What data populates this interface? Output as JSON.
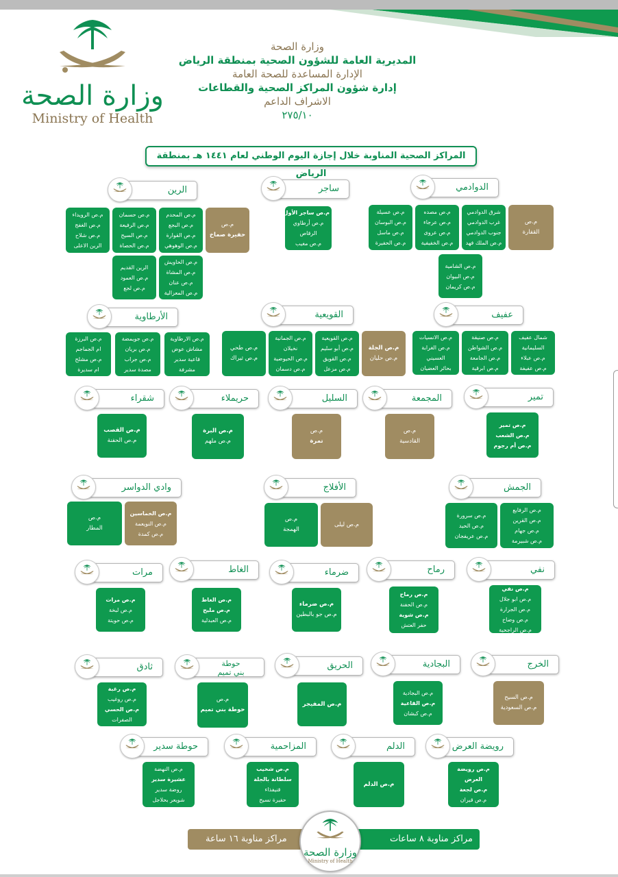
{
  "logo": {
    "arabic": "وزارة الصحة",
    "english": "Ministry of Health",
    "icon": "palm-swords-emblem-icon"
  },
  "header": {
    "line1": "وزارة الصحة",
    "line2": "المديرية العامة للشؤون الصحية بمنطقة الرياض",
    "line3": "الإدارة المساعدة للصحة العامة",
    "line4": "إدارة شؤون المراكز الصحية والقطاعات",
    "line5": "الاشراف الداعم",
    "line6": "٢٧٥/١٠"
  },
  "title": "المراكز الصحية المناوبة خلال إجازة اليوم الوطني لعام ١٤٤١ هـ بمنطقة الرياض",
  "colors": {
    "green": "#0f9a4f",
    "gold": "#a08c62",
    "text_green": "#0f8f53"
  },
  "groups": {
    "rain": "الرين",
    "sajer": "ساجر",
    "dawadmi": "الدوادمي",
    "artawiya": "الأرطاوية",
    "quwayiya": "القويعية",
    "afif": "عفيف",
    "shaqra": "شقراء",
    "huraymila": "حريملاء",
    "sulayyil": "السليل",
    "majmaah": "المجمعة",
    "tumair": "تمير",
    "wadi": "وادي الدواسر",
    "aflaj": "الأفلاج",
    "jamsh": "الجمش",
    "marat": "مرات",
    "ghat": "الغاط",
    "dirma": "ضرماء",
    "rumah": "رماح",
    "nifi": "نفي",
    "thadiq": "ثادق",
    "hawtat_tamim_1": "حوطة",
    "hawtat_tamim_2": "بني تميم",
    "hariq": "الحريق",
    "bijadiya": "البجادية",
    "kharj": "الخرج",
    "hawtat_sudair": "حوطة سدير",
    "muzahmiya": "المزاحمية",
    "dilam": "الدلم",
    "rawdat": "رويضة العرض"
  },
  "boxes": {
    "rain_a": [
      "م.ص الرويداء",
      "م.ص الغفج",
      "م.ص شلاح",
      "الرين الاعلى"
    ],
    "rain_b": [
      "م.ص حسمان",
      "م.ص الرفيعة",
      "م.ص السيح",
      "م.ص الحصاة"
    ],
    "rain_c": [
      "م.ص المحدم",
      "م.ص البجع",
      "م.ص القوارة",
      "م.ص الوهوهي"
    ],
    "rain_d": [
      "م.ص",
      "حفيرة صماخ"
    ],
    "rain_e": [
      "الرين القديم",
      "م.ص العمود",
      "م.ص لجع"
    ],
    "rain_f": [
      "م.ص الحاويش",
      "م.ص المشاة",
      "م.ص عنان",
      "م.ص المعزالية"
    ],
    "sajer_a": [
      "م.ص ساجر الأول",
      "م.ص أرطاوي",
      "الرقاص",
      "م.ص مغيب"
    ],
    "daw_a": [
      "م.ص عسيلة",
      "م.ص البوسان",
      "م.ص ماسل",
      "م.ص الحفيرة"
    ],
    "daw_b": [
      "م.ص مصده",
      "م.ص عرجاء",
      "م.ص عروى",
      "م.ص الخفيفية"
    ],
    "daw_c": [
      "شرق الدوادمي",
      "غرب الدوادمي",
      "جنوب الدوادمي",
      "م.ص الملك فهد"
    ],
    "daw_d": [
      "م.ص",
      "القفارة"
    ],
    "daw_e": [
      "م.ص الشامية",
      "م.ص البيوان",
      "م.ص كريمان"
    ],
    "art_a": [
      "م.ص البرزة",
      "ام الجماجم",
      "م.ص مشلح",
      "ام سديرة"
    ],
    "art_b": [
      "م.ص جويمضة",
      "م.ص بريان",
      "م.ص جراب",
      "مصدة سدير"
    ],
    "art_c": [
      "م.ص الارطاوية",
      "مشاش عوض",
      "قاعية سدير",
      "مشرفة"
    ],
    "quw_a": [
      "م.ص طحي",
      "م.ص ثيراك"
    ],
    "quw_b": [
      "م.ص الجمانية",
      "نخيلان",
      "م.ص الحيوضية",
      "م.ص دسمان"
    ],
    "quw_c": [
      "م.ص القويعية",
      "م.ص أبو سليم",
      "م.ص القويق",
      "م.ص مزعل"
    ],
    "quw_d": [
      "م.ص الجلة",
      "م.ص حليان"
    ],
    "afif_a": [
      "م.ص الانسيات",
      "م.ص الغرابة",
      "العسيني",
      "بحائر العضيان"
    ],
    "afif_b": [
      "م.ص صنيقة",
      "م.ص الشواطن",
      "م.ص الجامعة",
      "م.ص ابرقية"
    ],
    "afif_c": [
      "شمال عفيف",
      "السليمانية",
      "م.ص عبلاء",
      "م.ص عفيفة"
    ],
    "shaqra_a": [
      "م.ص القصب",
      "م.ص الحفنة"
    ],
    "hur_a": [
      "م.ص البرة",
      "م.ص ملهم"
    ],
    "sul_a": [
      "م.ص",
      "تمرة"
    ],
    "maj_a": [
      "م.ص",
      "القادسية"
    ],
    "tum_a": [
      "م.ص تمير",
      "م.ص الشعب",
      "م.ص أم رجوم"
    ],
    "wadi_a": [
      "م.ص",
      "المطار"
    ],
    "wadi_b": [
      "م.ص الخماسين",
      "م.ص النويعمة",
      "م.ص كمدة"
    ],
    "afl_a": [
      "م.ص",
      "الهمجة"
    ],
    "afl_b": [
      "م.ص ليلى"
    ],
    "jam_a": [
      "م.ص سرورة",
      "م.ص الحيد",
      "م.ص عريفجان"
    ],
    "jam_b": [
      "م.ص الرفايع",
      "م.ص القرين",
      "م.ص جهام",
      "م.ص شبيرمة"
    ],
    "marat_a": [
      "م.ص مرات",
      "م.ص لبخة",
      "م.ص حويتة"
    ],
    "ghat_a": [
      "م.ص الغاط",
      "م.ص مليح",
      "م.ص العبدلية"
    ],
    "dirma_a": [
      "م.ص ضرماء",
      "م.ص جو بالبطين"
    ],
    "rumah_a": [
      "م.ص رماح",
      "م.ص الحفنة",
      "م.ص شوية",
      "حفر العتش"
    ],
    "nifi_a": [
      "م.ص نفي",
      "م.ص ابو جلال",
      "م.ص الجرارة",
      "م.ص وضاخ",
      "م.ص الراجحية"
    ],
    "thadiq_a": [
      "م.ص رغبة",
      "م.ص روغيب",
      "م.ص الحسي",
      "الصفرات"
    ],
    "hawt_a": [
      "م.ص",
      "حوطة بني تميم"
    ],
    "hariq_a": [
      "م.ص المفيجر"
    ],
    "bij_a": [
      "م.ص البجادية",
      "م.ص القاعية",
      "م.ص كبشان"
    ],
    "kharj_a": [
      "م.ص السيح",
      "م.ص السعودية"
    ],
    "hs_a": [
      "م.ص النهضة",
      "عشيرة سدير",
      "روضة سدير",
      "شويعر بحلاجل"
    ],
    "muz_a": [
      "م.ص شخيب",
      "سلطانة بالجلة",
      "قنيفذاء",
      "حفيرة نسيح"
    ],
    "dil_a": [
      "م.ص الدلم"
    ],
    "rw_a": [
      "م.ص رويضة",
      "العرض",
      "م.ص لجعة",
      "م.ص قيران"
    ]
  },
  "footer": {
    "green_label": "مراكز مناوبة ٨ ساعات",
    "gold_label": "مراكز مناوبة ١٦ ساعة",
    "logo_ar": "وزارة الصحة",
    "logo_en": "Ministry of Health"
  }
}
